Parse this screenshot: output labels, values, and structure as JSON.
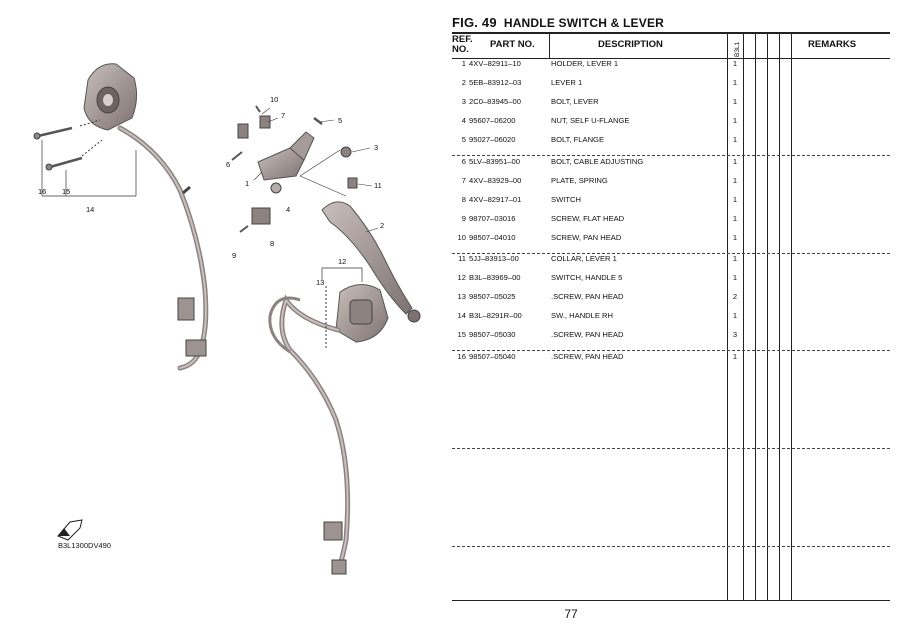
{
  "title": {
    "fig": "FIG. 49",
    "name": "HANDLE SWITCH & LEVER"
  },
  "headers": {
    "ref_line1": "REF.",
    "ref_line2": "NO.",
    "part_no": "PART NO.",
    "description": "DESCRIPTION",
    "model_code": "B3L1",
    "remarks": "REMARKS"
  },
  "rows": [
    {
      "ref": "1",
      "part": "4XV–82911–10",
      "desc": "HOLDER, LEVER 1",
      "qty": "1"
    },
    {
      "ref": "2",
      "part": "5EB–83912–03",
      "desc": "LEVER 1",
      "qty": "1"
    },
    {
      "ref": "3",
      "part": "2C0–83945–00",
      "desc": "BOLT, LEVER",
      "qty": "1"
    },
    {
      "ref": "4",
      "part": "95607–06200",
      "desc": "NUT, SELF U-FLANGE",
      "qty": "1"
    },
    {
      "ref": "5",
      "part": "95027–06020",
      "desc": "BOLT, FLANGE",
      "qty": "1"
    },
    {
      "ref": "6",
      "part": "5LV–83951–00",
      "desc": "BOLT, CABLE ADJUSTING",
      "qty": "1"
    },
    {
      "ref": "7",
      "part": "4XV–83929–00",
      "desc": "PLATE, SPRING",
      "qty": "1"
    },
    {
      "ref": "8",
      "part": "4XV–82917–01",
      "desc": "SWITCH",
      "qty": "1"
    },
    {
      "ref": "9",
      "part": "98707–03016",
      "desc": "SCREW, FLAT HEAD",
      "qty": "1"
    },
    {
      "ref": "10",
      "part": "98507–04010",
      "desc": "SCREW, PAN HEAD",
      "qty": "1"
    },
    {
      "ref": "11",
      "part": "5JJ–83913–00",
      "desc": "COLLAR, LEVER 1",
      "qty": "1"
    },
    {
      "ref": "12",
      "part": "B3L–83969–00",
      "desc": "SWITCH, HANDLE 5",
      "qty": "1"
    },
    {
      "ref": "13",
      "part": "98507–05025",
      "desc": ".SCREW, PAN HEAD",
      "qty": "2"
    },
    {
      "ref": "14",
      "part": "B3L–8291R–00",
      "desc": "SW., HANDLE RH",
      "qty": "1"
    },
    {
      "ref": "15",
      "part": "98507–05030",
      "desc": ".SCREW, PAN HEAD",
      "qty": "3"
    },
    {
      "ref": "16",
      "part": "98507–05040",
      "desc": ".SCREW, PAN HEAD",
      "qty": "1"
    }
  ],
  "diagram": {
    "callouts": [
      "1",
      "2",
      "3",
      "4",
      "5",
      "6",
      "7",
      "8",
      "9",
      "10",
      "11",
      "12",
      "13",
      "14",
      "15",
      "16"
    ],
    "code": "B3L1300DV490",
    "arrow_icon": "front-arrow-icon"
  },
  "page_number": "77"
}
